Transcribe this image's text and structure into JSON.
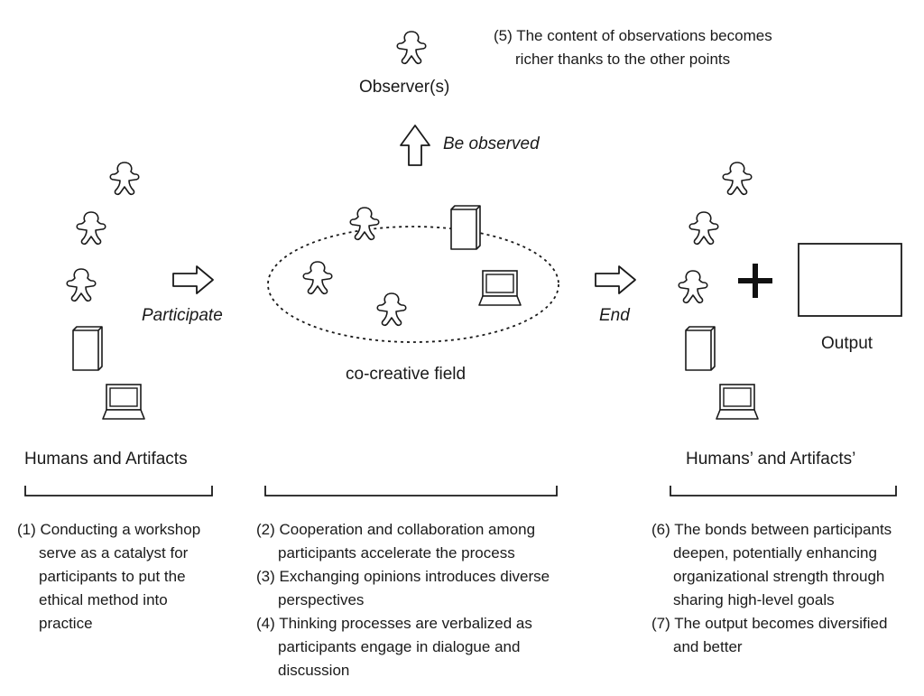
{
  "observer": {
    "label": "Observer(s)",
    "note_lines": [
      "(5) The content of observations becomes",
      "richer thanks to the other points"
    ]
  },
  "arrows": {
    "observed": "Be observed",
    "participate": "Participate",
    "end": "End"
  },
  "field": {
    "label": "co-creative field"
  },
  "left_group": {
    "label": "Humans and Artifacts"
  },
  "right_group": {
    "label": "Humans’ and Artifacts’"
  },
  "output": {
    "label": "Output"
  },
  "notes": {
    "left": [
      {
        "text": "(1) Conducting a workshop"
      },
      {
        "text": "serve as a catalyst for",
        "indent": true
      },
      {
        "text": "participants to put the",
        "indent": true
      },
      {
        "text": "ethical method into",
        "indent": true
      },
      {
        "text": "practice",
        "indent": true
      }
    ],
    "middle": [
      {
        "text": "(2) Cooperation and collaboration among"
      },
      {
        "text": "participants accelerate the process",
        "indent": true
      },
      {
        "text": "(3) Exchanging opinions introduces diverse"
      },
      {
        "text": "perspectives",
        "indent": true
      },
      {
        "text": "(4) Thinking processes are verbalized as"
      },
      {
        "text": "participants engage in dialogue and",
        "indent": true
      },
      {
        "text": "discussion",
        "indent": true
      }
    ],
    "right": [
      {
        "text": "(6) The bonds between participants"
      },
      {
        "text": "deepen, potentially enhancing",
        "indent": true
      },
      {
        "text": "organizational strength through",
        "indent": true
      },
      {
        "text": "sharing high-level goals",
        "indent": true
      },
      {
        "text": "(7) The output becomes diversified"
      },
      {
        "text": "and better",
        "indent": true
      }
    ]
  }
}
